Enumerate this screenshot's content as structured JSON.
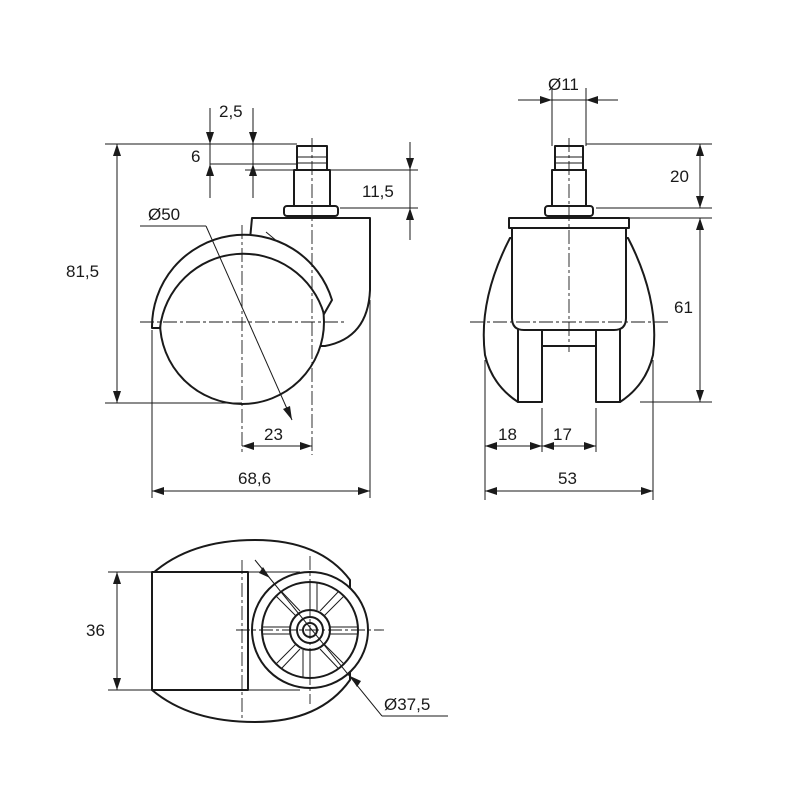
{
  "dimensions": {
    "stem_collar": "2,5",
    "stem_groove": "6",
    "stem_length": "11,5",
    "wheel_diameter": "Ø50",
    "total_height": "81,5",
    "axle_offset": "23",
    "total_length": "68,6",
    "stem_diameter": "Ø11",
    "top_height": "20",
    "body_height": "61",
    "wheel_width_left": "18",
    "gap_width": "17",
    "total_width": "53",
    "base_width": "36",
    "hub_diameter": "Ø37,5"
  },
  "colors": {
    "line": "#1a1a1a",
    "background": "#ffffff"
  }
}
